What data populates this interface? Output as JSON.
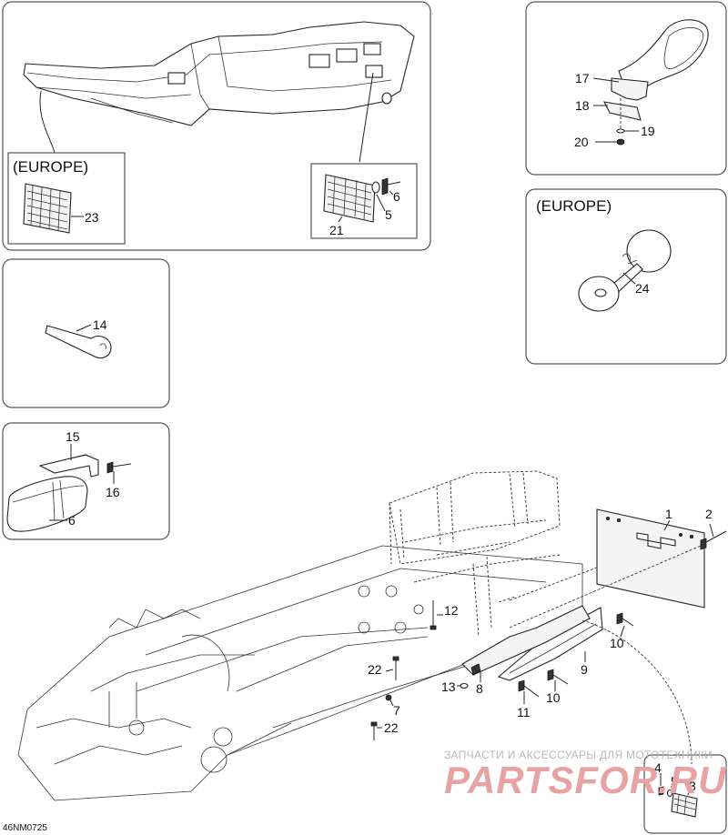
{
  "diagram_code": "46NM0725",
  "regions": {
    "europe_top_left": "(EUROPE)",
    "europe_right": "(EUROPE)"
  },
  "labels": {
    "p1": "1",
    "p2": "2",
    "p3": "3",
    "p4": "4",
    "p5": "5",
    "p5b": "5",
    "p6": "6",
    "p6b": "6",
    "p7": "7",
    "p8": "8",
    "p9": "9",
    "p10": "10",
    "p10b": "10",
    "p11": "11",
    "p12": "12",
    "p13": "13",
    "p14": "14",
    "p15": "15",
    "p16": "16",
    "p17": "17",
    "p18": "18",
    "p19": "19",
    "p20": "20",
    "p21": "21",
    "p22": "22",
    "p22b": "22",
    "p23": "23",
    "p24": "24"
  },
  "watermark": {
    "line1": "ЗАПЧАСТИ И АКСЕССУАРЫ ДЛЯ МОТОТЕХНИКИ",
    "line2": "PARTSFOR.RU"
  }
}
